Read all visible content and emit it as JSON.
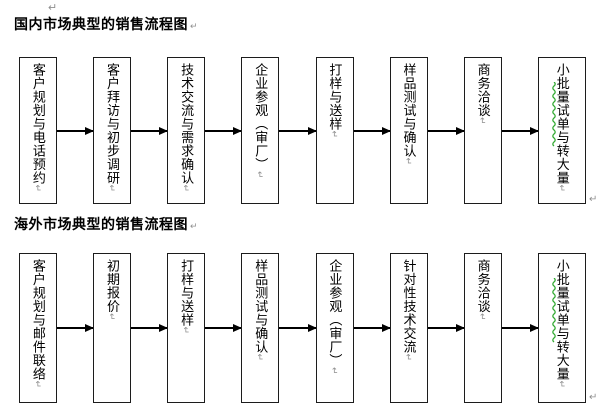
{
  "document": {
    "pilcrow": "↵"
  },
  "flowcharts": [
    {
      "title": "国内市场典型的销售流程图",
      "steps": [
        {
          "label": "客户规划与电话预约",
          "spellcheck_underline": false
        },
        {
          "label": "客户拜访与初步调研",
          "spellcheck_underline": false
        },
        {
          "label": "技术交流与需求确认",
          "spellcheck_underline": false
        },
        {
          "label": "企业参观（审厂）",
          "spellcheck_underline": false
        },
        {
          "label": "打样与送样",
          "spellcheck_underline": false
        },
        {
          "label": "样品测试与确认",
          "spellcheck_underline": false
        },
        {
          "label": "商务洽谈",
          "spellcheck_underline": false
        },
        {
          "label": "小批量试单与转大量",
          "spellcheck_underline": true
        }
      ]
    },
    {
      "title": "海外市场典型的销售流程图",
      "steps": [
        {
          "label": "客户规划与邮件联络",
          "spellcheck_underline": false
        },
        {
          "label": "初期报价",
          "spellcheck_underline": false
        },
        {
          "label": "打样与送样",
          "spellcheck_underline": false
        },
        {
          "label": "样品测试与确认",
          "spellcheck_underline": false
        },
        {
          "label": "企业参观（审厂）",
          "spellcheck_underline": false
        },
        {
          "label": "针对性技术交流",
          "spellcheck_underline": false
        },
        {
          "label": "商务洽谈",
          "spellcheck_underline": false
        },
        {
          "label": "小批量试单与转大量",
          "spellcheck_underline": true
        }
      ]
    }
  ],
  "colors": {
    "text": "#000000",
    "box_border": "#1c1c1c",
    "paragraph_mark": "#8f8f8f",
    "spellcheck_green": "#33aa33"
  }
}
